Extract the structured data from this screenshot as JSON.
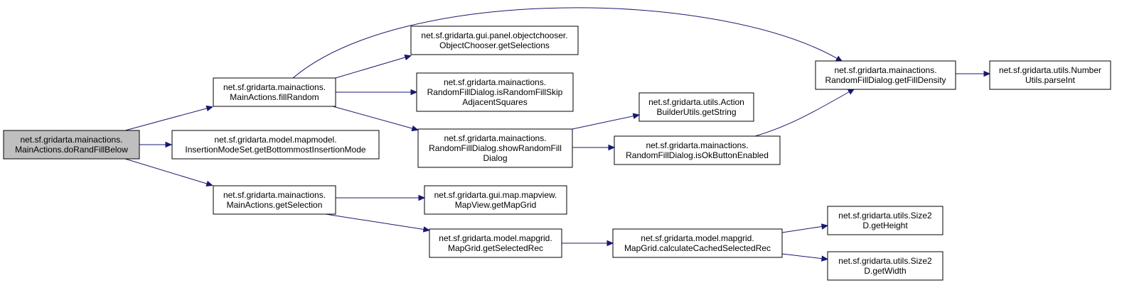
{
  "colors": {
    "edge": "#191970",
    "root_fill": "#bfbfbf",
    "node_fill": "#ffffff",
    "node_border": "#000000"
  },
  "nodes": {
    "doRandFillBelow": [
      "net.sf.gridarta.mainactions.",
      "MainActions.doRandFillBelow"
    ],
    "fillRandom": [
      "net.sf.gridarta.mainactions.",
      "MainActions.fillRandom"
    ],
    "getBottommostInsertionMode": [
      "net.sf.gridarta.model.mapmodel.",
      "InsertionModeSet.getBottommostInsertionMode"
    ],
    "getSelection": [
      "net.sf.gridarta.mainactions.",
      "MainActions.getSelection"
    ],
    "getSelections": [
      "net.sf.gridarta.gui.panel.objectchooser.",
      "ObjectChooser.getSelections"
    ],
    "isRandomFillSkip": [
      "net.sf.gridarta.mainactions.",
      "RandomFillDialog.isRandomFillSkip",
      "AdjacentSquares"
    ],
    "showRandomFillDialog": [
      "net.sf.gridarta.mainactions.",
      "RandomFillDialog.showRandomFill",
      "Dialog"
    ],
    "getFillDensity": [
      "net.sf.gridarta.mainactions.",
      "RandomFillDialog.getFillDensity"
    ],
    "getString": [
      "net.sf.gridarta.utils.Action",
      "BuilderUtils.getString"
    ],
    "isOkButtonEnabled": [
      "net.sf.gridarta.mainactions.",
      "RandomFillDialog.isOkButtonEnabled"
    ],
    "parseInt": [
      "net.sf.gridarta.utils.Number",
      "Utils.parseInt"
    ],
    "getMapGrid": [
      "net.sf.gridarta.gui.map.mapview.",
      "MapView.getMapGrid"
    ],
    "getSelectedRec": [
      "net.sf.gridarta.model.mapgrid.",
      "MapGrid.getSelectedRec"
    ],
    "calculateCachedSelectedRec": [
      "net.sf.gridarta.model.mapgrid.",
      "MapGrid.calculateCachedSelectedRec"
    ],
    "getHeight": [
      "net.sf.gridarta.utils.Size2",
      "D.getHeight"
    ],
    "getWidth": [
      "net.sf.gridarta.utils.Size2",
      "D.getWidth"
    ]
  },
  "edges": [
    [
      "doRandFillBelow",
      "fillRandom"
    ],
    [
      "doRandFillBelow",
      "getBottommostInsertionMode"
    ],
    [
      "doRandFillBelow",
      "getSelection"
    ],
    [
      "fillRandom",
      "getSelections"
    ],
    [
      "fillRandom",
      "isRandomFillSkip"
    ],
    [
      "fillRandom",
      "showRandomFillDialog"
    ],
    [
      "fillRandom",
      "getFillDensity"
    ],
    [
      "showRandomFillDialog",
      "getString"
    ],
    [
      "showRandomFillDialog",
      "isOkButtonEnabled"
    ],
    [
      "isOkButtonEnabled",
      "getFillDensity"
    ],
    [
      "getFillDensity",
      "parseInt"
    ],
    [
      "getSelection",
      "getMapGrid"
    ],
    [
      "getSelection",
      "getSelectedRec"
    ],
    [
      "getSelectedRec",
      "calculateCachedSelectedRec"
    ],
    [
      "calculateCachedSelectedRec",
      "getHeight"
    ],
    [
      "calculateCachedSelectedRec",
      "getWidth"
    ]
  ]
}
